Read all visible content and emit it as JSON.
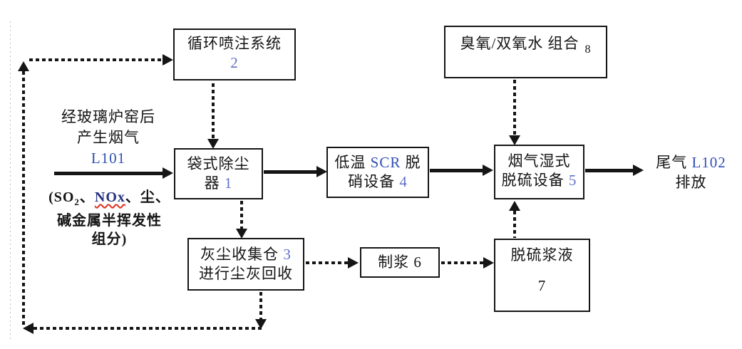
{
  "source_block": {
    "line1": "经玻璃炉窑后",
    "line2": "产生烟气",
    "code": "L101"
  },
  "composition_block": {
    "open_so": "(SO",
    "so_sub": "2",
    "sep1": "、",
    "nox": "NOx",
    "tail1": "、尘、",
    "line2": "碱金属半挥发性",
    "line3": "组分)"
  },
  "outlet_block": {
    "prefix": "尾气 ",
    "code": "L102",
    "line2": "排放"
  },
  "boxes": {
    "injection_system": {
      "label": "循环喷注系统",
      "num": "2"
    },
    "ozone_peroxide": {
      "label": "臭氧/双氧水 组合",
      "num": "8"
    },
    "bag_filter": {
      "line1": "袋式除尘",
      "line2_prefix": "器 ",
      "num": "1"
    },
    "scr_denox": {
      "line1_prefix": "低温 ",
      "code": "SCR",
      "line1_suffix": " 脱",
      "line2_prefix": "硝设备 ",
      "num": "4"
    },
    "wet_fgd": {
      "line1": "烟气湿式",
      "line2_prefix": "脱硫设备 ",
      "num": "5"
    },
    "dust_bin": {
      "line1_prefix": "灰尘收集仓 ",
      "num": "3",
      "line2": "进行尘灰回收"
    },
    "slurry_making": {
      "label": "制浆 6"
    },
    "fgd_slurry": {
      "line1": "脱硫浆液",
      "num": "7"
    }
  },
  "colors": {
    "line_black": "#151515",
    "code_blue": "#2e4fb4",
    "digit_blue": "#5f6fc8",
    "squiggle_red": "#e0301e"
  }
}
